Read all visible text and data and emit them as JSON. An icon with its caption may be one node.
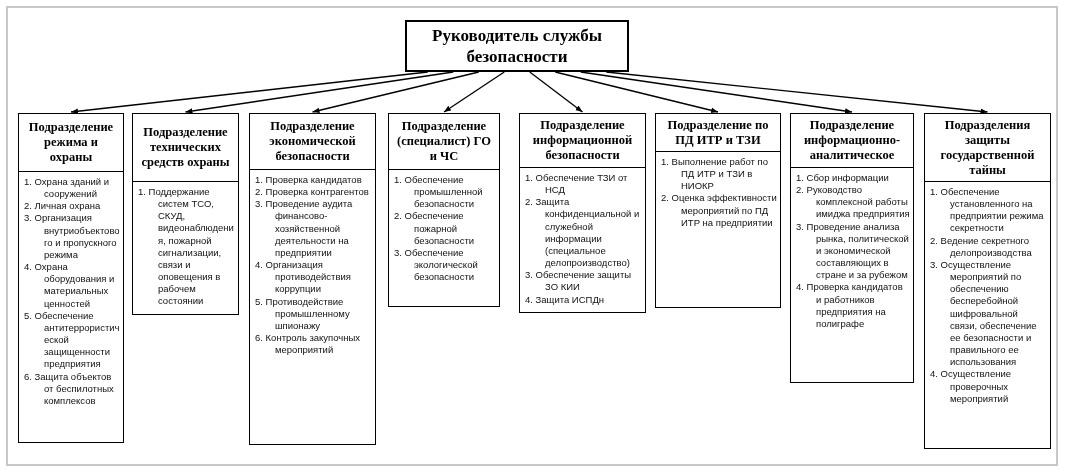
{
  "diagram": {
    "nodes": [
      {
        "text": [
          "Руководитель службы безопасности"
        ]
      },
      {
        "text": [
          "Подразделение режима и охраны",
          "1. Охрана зданий и сооружений",
          "2. Личная охрана",
          "3. Организация внутриобъектового и пропускного режима",
          "4. Охрана оборудования и материальных ценностей",
          "5. Обеспечение антитеррористической защищенности предприятия",
          "6. Защита объектов от беспилотных комплексов"
        ]
      },
      {
        "text": [
          "Подразделение технических средств охраны",
          "1. Поддержание систем ТСО, СКУД, видеонаблюдения, пожарной сигнализации, связи и оповещения в рабочем состоянии"
        ]
      },
      {
        "text": [
          "Подразделение экономической безопасности",
          "1. Проверка кандидатов",
          "2. Проверка контрагентов",
          "3. Проведение аудита финансово-хозяйственной деятельности на предприятии",
          "4. Организация противодействия коррупции",
          "5. Противодействие промышленному шпионажу",
          "6. Контроль закупочных мероприятий"
        ]
      },
      {
        "text": [
          "Подразделение (специалист) ГО и ЧС",
          "1. Обеспечение промышленной безопасности",
          "2. Обеспечение пожарной безопасности",
          "3. Обеспечение экологической безопасности"
        ]
      },
      {
        "text": [
          "Подразделение информационной безопасности",
          "1. Обеспечение ТЗИ от НСД",
          "2. Защита конфиденциальной и служебной информации (специальное делопроизводство)",
          "3. Обеспечение защиты ЗО КИИ",
          "4. Защита ИСПДн"
        ]
      },
      {
        "text": [
          "Подразделение по ПД ИТР и ТЗИ",
          "1. Выполнение работ по ПД ИТР и ТЗИ в НИОКР",
          "2. Оценка эффективности мероприятий по ПД ИТР на предприятии"
        ]
      },
      {
        "text": [
          "Подразделение информационно-аналитическое",
          "1. Сбор информации",
          "2. Руководство комплексной работы имиджа предприятия",
          "3. Проведение анализа рынка, политической и экономической составляющих в стране и за рубежом",
          "4. Проверка кандидатов и работников предприятия на полиграфе"
        ]
      },
      {
        "text": [
          "Подразделения защиты государственной тайны",
          "1. Обеспечение установленного на предприятии режима секретности",
          "2. Ведение секретного делопроизводства",
          "3. Осуществление мероприятий по обеспечению бесперебойной шифровальной связи, обеспечение ее безопасности и правильного ее использования",
          "4. Осуществление проверочных мероприятий"
        ]
      }
    ],
    "edges": [
      {
        "from": 0,
        "to": 1,
        "arrow": "to"
      },
      {
        "from": 0,
        "to": 2,
        "arrow": "to"
      },
      {
        "from": 0,
        "to": 3,
        "arrow": "to"
      },
      {
        "from": 0,
        "to": 4,
        "arrow": "to"
      },
      {
        "from": 0,
        "to": 5,
        "arrow": "to"
      },
      {
        "from": 0,
        "to": 6,
        "arrow": "to"
      },
      {
        "from": 0,
        "to": 7,
        "arrow": "to"
      },
      {
        "from": 0,
        "to": 8,
        "arrow": "to"
      }
    ]
  }
}
